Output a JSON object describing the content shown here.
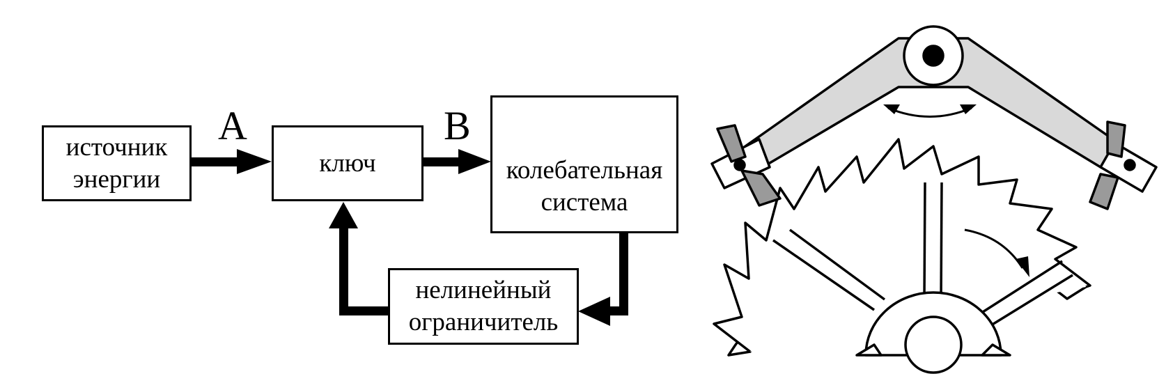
{
  "blocks": {
    "energy_source": {
      "lines": [
        "источник",
        "энергии"
      ]
    },
    "key": {
      "label": "ключ"
    },
    "oscillator": {
      "lines": [
        "колебательная",
        "система"
      ]
    },
    "limiter": {
      "lines": [
        "нелинейный",
        "ограничитель"
      ]
    }
  },
  "labels": {
    "a": "A",
    "b": "B"
  }
}
